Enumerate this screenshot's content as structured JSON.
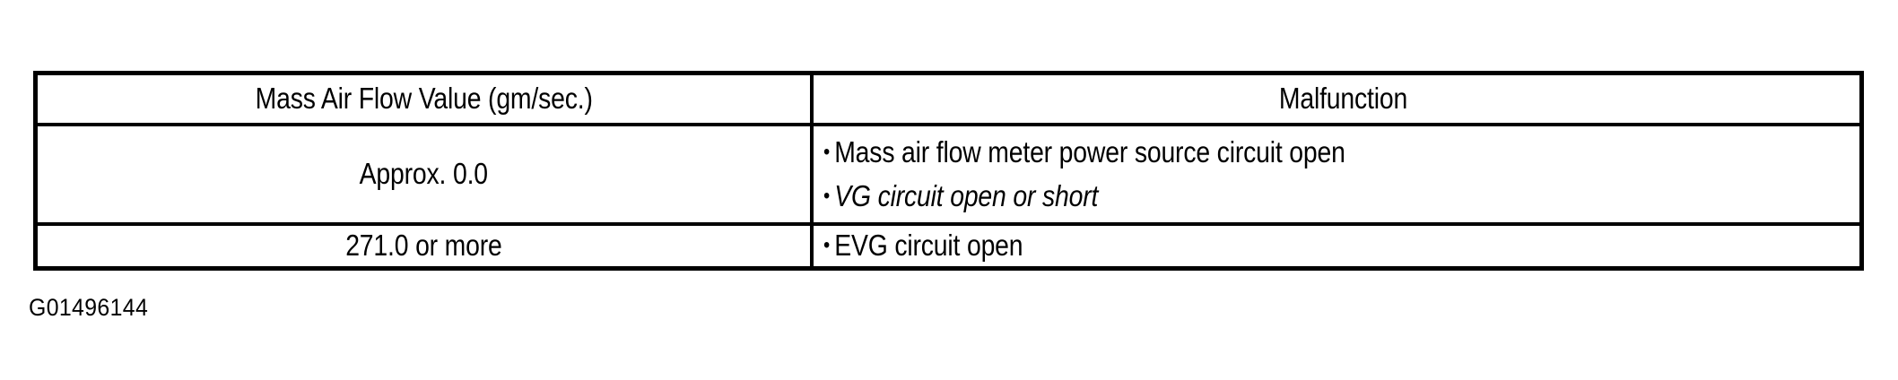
{
  "document": {
    "background_color": "#ffffff",
    "ink_color": "#000000"
  },
  "table": {
    "border_color": "#000000",
    "columns": [
      {
        "key": "value",
        "header": "Mass Air Flow Value (gm/sec.)"
      },
      {
        "key": "malfunction",
        "header": "Malfunction"
      }
    ],
    "rows": [
      {
        "value": "Approx. 0.0",
        "malfunction_items": [
          {
            "bullet": "•",
            "label": "Mass air flow meter power source circuit open",
            "italic": false
          },
          {
            "bullet": "•",
            "label": "VG circuit open or short",
            "italic": true
          }
        ]
      },
      {
        "value": "271.0 or more",
        "malfunction_items": [
          {
            "bullet": "•",
            "label": "EVG circuit open",
            "italic": false
          }
        ]
      }
    ]
  },
  "caption": {
    "text": "G01496144"
  }
}
